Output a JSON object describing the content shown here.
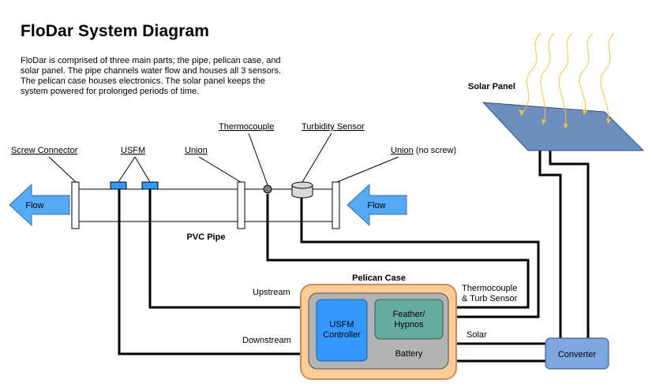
{
  "title": "FloDar System Diagram",
  "description": "FloDar is comprised of three main parts; the pipe, pelican case, and solar panel. The pipe channels water flow and houses all 3 sensors. The pelican case houses electronics. The solar panel keeps the system powered for prolonged periods of time.",
  "labels": {
    "screw_connector": "Screw Connector",
    "usfm": "USFM",
    "union": "Union",
    "thermocouple": "Thermocouple",
    "turbidity_sensor": "Turbidity Sensor",
    "union_no_screw_1": "Union",
    "union_no_screw_2": " (no screw)",
    "pvc_pipe": "PVC Pipe",
    "flow_left": "Flow",
    "flow_right": "Flow",
    "solar_panel": "Solar Panel",
    "pelican_case": "Pelican Case",
    "upstream": "Upstream",
    "downstream": "Downstream",
    "thermo_turb_1": "Thermocouple",
    "thermo_turb_2": "& Turb Sensor",
    "solar": "Solar",
    "usfm_controller_1": "USFM",
    "usfm_controller_2": "Controller",
    "feather_1": "Feather/",
    "feather_2": "Hypnos",
    "battery": "Battery",
    "converter": "Converter"
  },
  "colors": {
    "arrow_blue": "#55aaf5",
    "controller_blue": "#3399ff",
    "case_orange": "#ffcc99",
    "case_border": "#ce8c52",
    "inner_gray": "#b3b3b3",
    "feather_green": "#67ab9f",
    "panel_blue": "#6c8ebf",
    "converter_blue": "#7ea6e0",
    "sun_ray": "#f5c33b"
  }
}
